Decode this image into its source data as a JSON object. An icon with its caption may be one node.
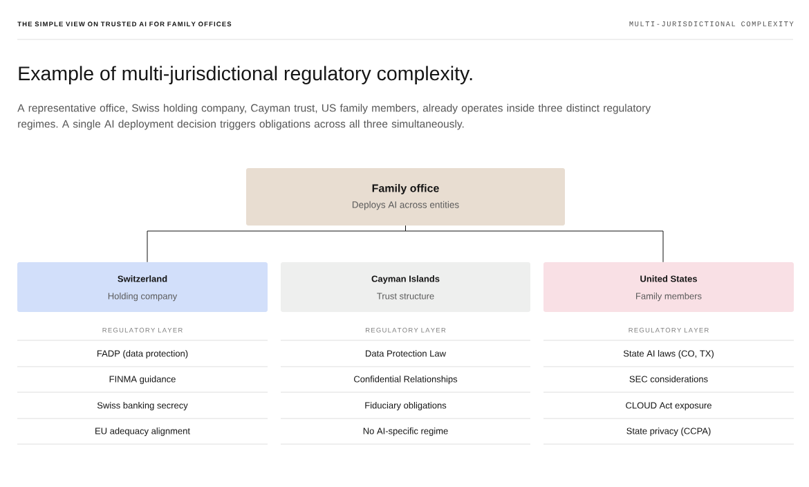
{
  "diagram": {
    "title": "Example of multi-jurisdictional regulatory complexity.",
    "caption": "A representative office, Swiss holding company, Cayman trust, US family members, already operates inside three distinct regulatory regimes. A single AI deployment decision triggers obligations across all three simultaneously.",
    "nodes": [
      {
        "text": [
          "Family office",
          "Deploys AI across entities"
        ]
      },
      {
        "text": [
          "Switzerland",
          "Holding company"
        ]
      },
      {
        "text": [
          "Cayman Islands",
          "Trust structure"
        ]
      },
      {
        "text": [
          "United States",
          "Family members"
        ]
      }
    ],
    "edges": [
      {
        "from": 0,
        "to": 1,
        "arrow": "none"
      },
      {
        "from": 0,
        "to": 3,
        "arrow": "none"
      }
    ],
    "labels": [
      "THE SIMPLE VIEW ON TRUSTED AI FOR FAMILY OFFICES",
      "MULTI-JURISDICTIONAL COMPLEXITY",
      "REGULATORY LAYER",
      "FADP (data protection)",
      "FINMA guidance",
      "Swiss banking secrecy",
      "EU adequacy alignment",
      "REGULATORY LAYER",
      "Data Protection Law",
      "Confidential Relationships",
      "Fiduciary obligations",
      "No AI-specific regime",
      "REGULATORY LAYER",
      "State AI laws (CO, TX)",
      "SEC considerations",
      "CLOUD Act exposure",
      "State privacy (CCPA)"
    ]
  }
}
